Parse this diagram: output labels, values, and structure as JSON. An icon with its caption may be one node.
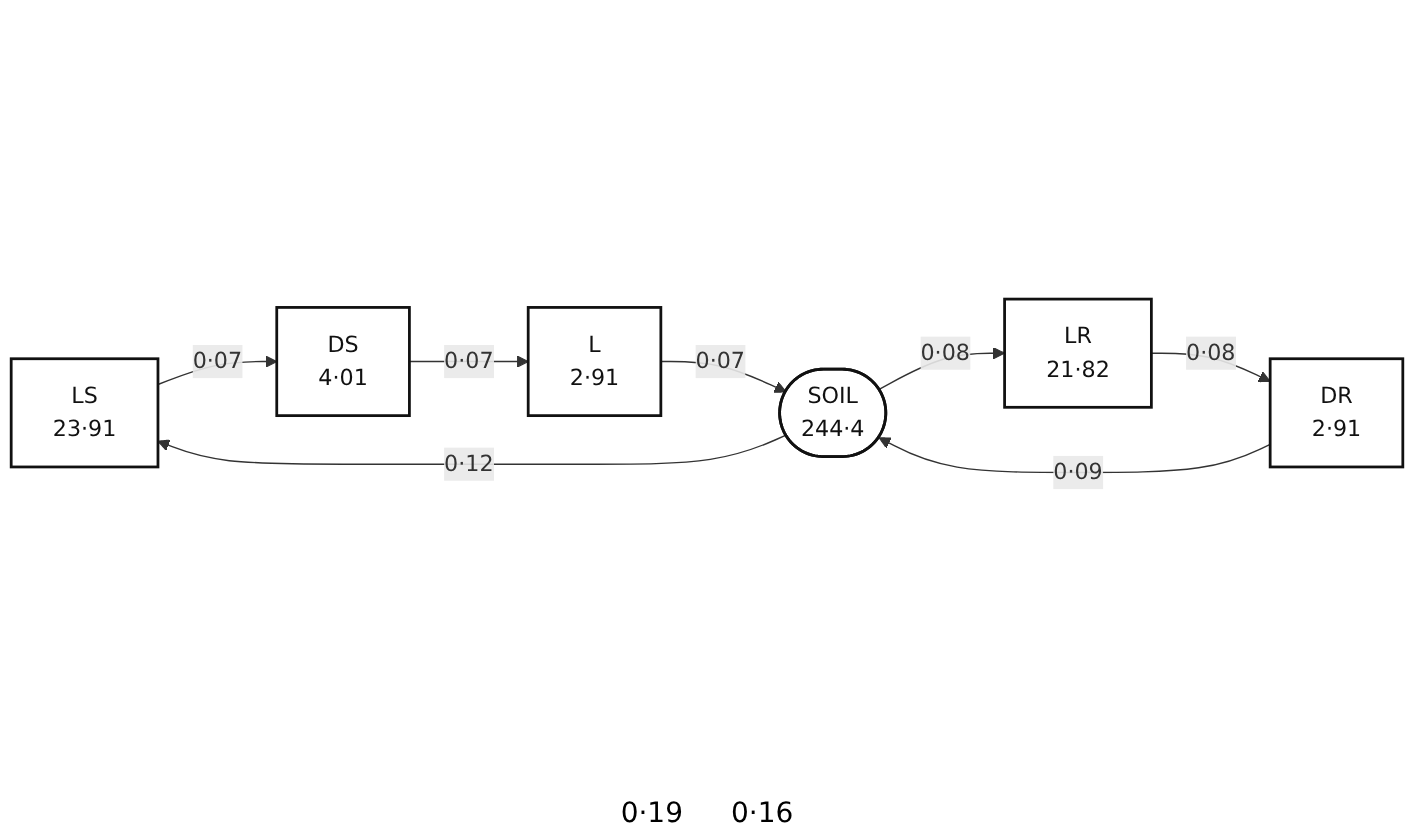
{
  "diagram": {
    "nodes": [
      {
        "text": [
          "LS",
          "23·91"
        ]
      },
      {
        "text": [
          "DS",
          "4·01"
        ]
      },
      {
        "text": [
          "L",
          "2·91"
        ]
      },
      {
        "text": [
          "LR",
          "21·82"
        ]
      },
      {
        "text": [
          "DR",
          "2·91"
        ]
      },
      {
        "text": [
          "SOIL",
          "244·4"
        ]
      }
    ],
    "edges": [
      {
        "from": 0,
        "to": 1,
        "arrow": "to",
        "label": "0·07"
      },
      {
        "from": 1,
        "to": 2,
        "arrow": "to",
        "label": "0·07"
      },
      {
        "from": 3,
        "to": 4,
        "arrow": "to",
        "label": "0·08"
      },
      {
        "from": 2,
        "to": 5,
        "arrow": "to",
        "label": "0·07"
      },
      {
        "from": 4,
        "to": 5,
        "arrow": "to",
        "label": "0·09"
      },
      {
        "from": 5,
        "to": 0,
        "arrow": "to",
        "label": "0·12"
      },
      {
        "from": 5,
        "to": 3,
        "arrow": "to",
        "label": "0·08"
      }
    ],
    "labels": [
      "0·19",
      "0·16"
    ]
  }
}
